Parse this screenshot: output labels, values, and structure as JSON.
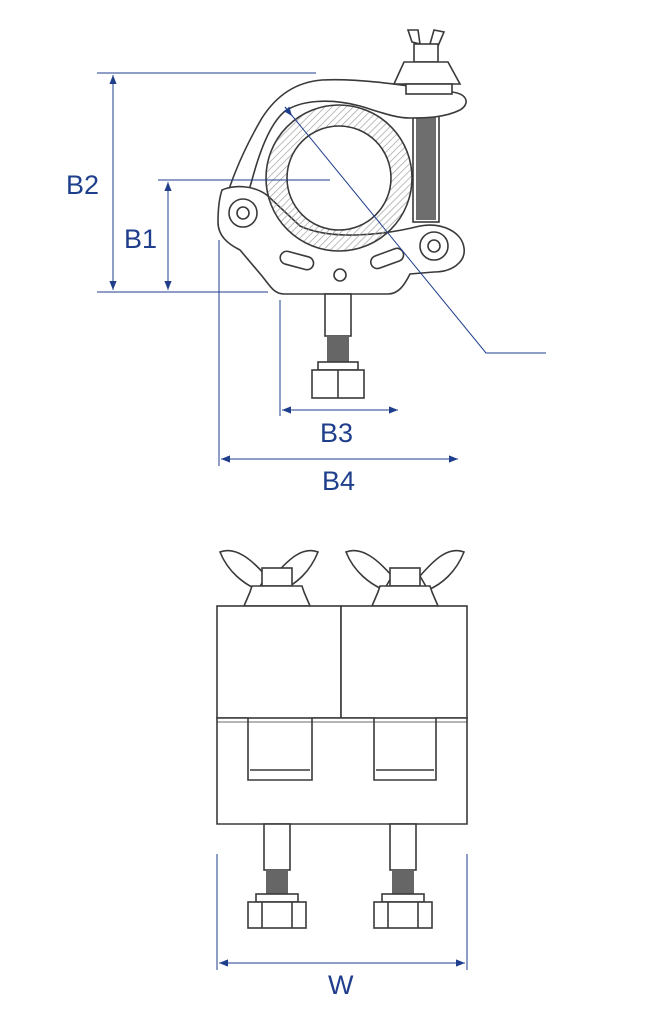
{
  "colors": {
    "dimension": "#1f3e8c",
    "outline": "#3a3a3a",
    "fill": "#ffffff",
    "hatch": "#9a9a9a"
  },
  "dimensions": {
    "b1": "B1",
    "b2": "B2",
    "b3": "B3",
    "b4": "B4",
    "w": "W"
  }
}
